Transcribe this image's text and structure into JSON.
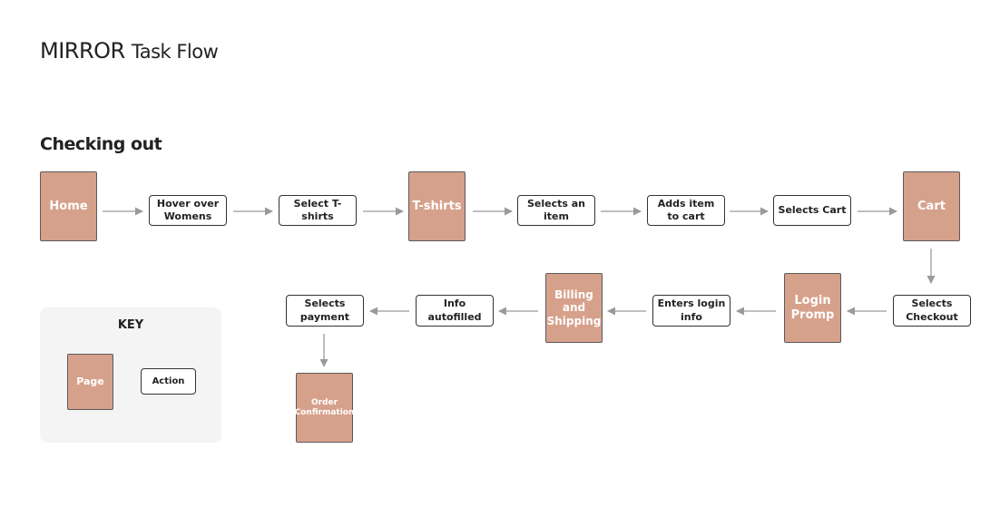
{
  "header": {
    "brand": "MIRROR",
    "title_rest": "Task Flow"
  },
  "section": {
    "title": "Checking out"
  },
  "nodes": {
    "home": "Home",
    "hover_womens": "Hover over Womens",
    "select_tshirts": "Select T-shirts",
    "tshirts": "T-shirts",
    "selects_item": "Selects an item",
    "adds_item": "Adds item to cart",
    "selects_cart": "Selects Cart",
    "cart": "Cart",
    "selects_checkout": "Selects Checkout",
    "login_prompt": "Login Promp",
    "enters_login": "Enters login info",
    "billing_shipping": "Billing and Shipping",
    "info_autofilled": "Info autofilled",
    "selects_payment": "Selects payment",
    "order_confirmation": "Order Confirmation"
  },
  "key": {
    "title": "KEY",
    "page_label": "Page",
    "action_label": "Action"
  },
  "colors": {
    "page_fill": "#d6a18b",
    "arrow": "#9a9a9a",
    "key_bg": "#f4f4f4"
  }
}
